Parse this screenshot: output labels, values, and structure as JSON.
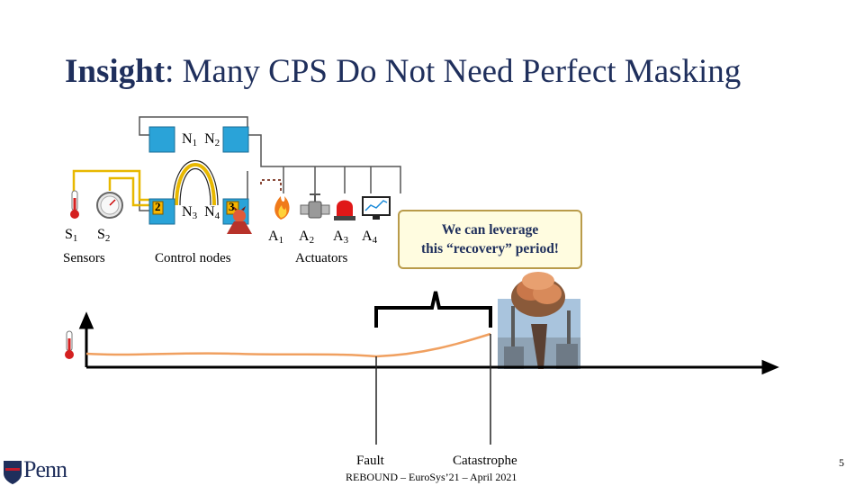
{
  "slide": {
    "title_bold": "Insight",
    "title_rest": ": Many CPS Do Not Need Perfect Masking",
    "page_number": "5",
    "footer": "REBOUND – EuroSys’21 – April 2021",
    "logo_text": "Penn"
  },
  "nodes": {
    "n1": "N",
    "n1_sub": "1",
    "n2": "N",
    "n2_sub": "2",
    "n3": "N",
    "n3_sub": "3",
    "n4": "N",
    "n4_sub": "4",
    "badge_2": "2",
    "badge_3": "3",
    "caption": "Control nodes"
  },
  "sensors": {
    "s1": "S",
    "s1_sub": "1",
    "s2": "S",
    "s2_sub": "2",
    "caption": "Sensors"
  },
  "actuators": {
    "a1": "A",
    "a1_sub": "1",
    "a2": "A",
    "a2_sub": "2",
    "a3": "A",
    "a3_sub": "3",
    "a4": "A",
    "a4_sub": "4",
    "caption": "Actuators"
  },
  "callout": {
    "line1": "We can leverage",
    "line2": "this “recovery” period!"
  },
  "timeline": {
    "fault_label": "Fault",
    "catastrophe_label": "Catastrophe"
  },
  "colors": {
    "title": "#1f2f5c",
    "node_box": "#2aa3d8",
    "wire_yellow": "#e8b800",
    "curve": "#f0a060",
    "callout_fill": "#fffce0",
    "callout_border": "#b99b4a"
  }
}
